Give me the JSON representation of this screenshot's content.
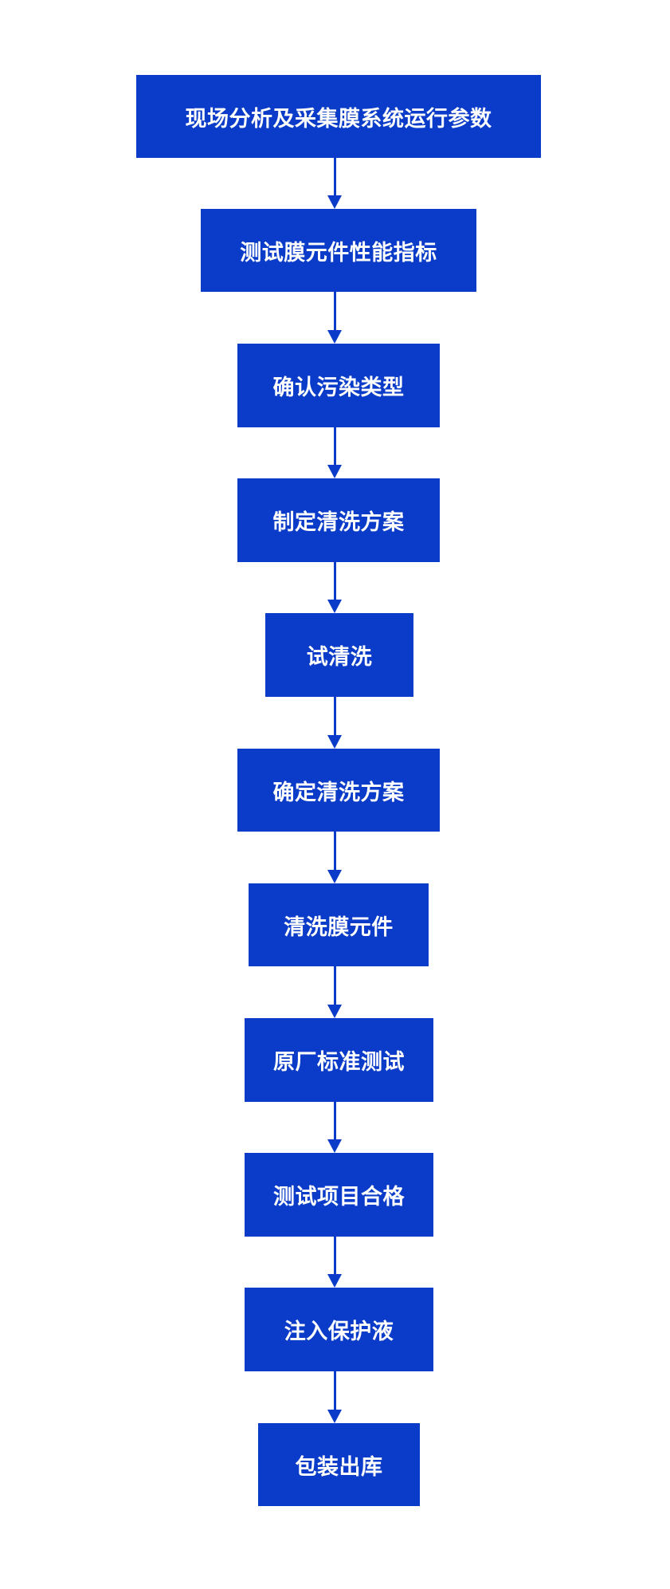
{
  "flowchart": {
    "steps": [
      "现场分析及采集膜系统运行参数",
      "测试膜元件性能指标",
      "确认污染类型",
      "制定清洗方案",
      "试清洗",
      "确定清洗方案",
      "清洗膜元件",
      "原厂标准测试",
      "测试项目合格",
      "注入保护液",
      "包装出库"
    ]
  },
  "colors": {
    "box_fill": "#0a3cc9",
    "box_text": "#ffffff",
    "connector": "#0a3cc9",
    "background": "#ffffff"
  }
}
